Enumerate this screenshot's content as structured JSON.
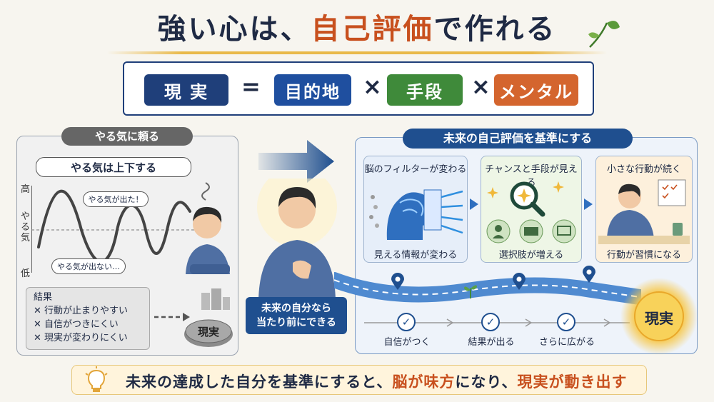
{
  "title": {
    "part1": "強い心は、",
    "part2": "自己評価",
    "part3": "で作れる"
  },
  "equation": {
    "reality": "現 実",
    "equals": "=",
    "times": "×",
    "destination": "目的地",
    "means": "手段",
    "mental": "メンタル",
    "colors": {
      "reality": "#1f3f7a",
      "destination": "#1f4f9f",
      "means": "#3f8a3a",
      "mental": "#d4652e"
    }
  },
  "left": {
    "title": "やる気に頼る",
    "subtitle": "やる気は上下する",
    "axis_high": "高",
    "axis_mid": "やる気",
    "axis_low": "低",
    "bubble_up": "やる気が出た！",
    "bubble_down": "やる気が出ない…",
    "result_heading": "結果",
    "results": [
      "行動が止まりやすい",
      "自信がつきにくい",
      "現実が変わりにくい"
    ],
    "reality_stone": "現実"
  },
  "center": {
    "line1": "未来の自分なら",
    "line2": "当たり前にできる"
  },
  "right": {
    "title": "未来の自己評価を基準にする",
    "card1_top": "脳のフィルターが変わる",
    "card1_bottom": "見える情報が変わる",
    "card2_top": "チャンスと手段が見える",
    "card2_bottom": "選択肢が増える",
    "card3_top": "小さな行動が続く",
    "card3_bottom": "行動が習慣になる",
    "steps": [
      "自信がつく",
      "結果が出る",
      "さらに広がる"
    ],
    "sun_label": "現実"
  },
  "bottom": {
    "part1": "未来の達成した自分を基準にすると、",
    "part2": "脳が味方",
    "part3": "になり、",
    "part4": "現実が動き出す"
  }
}
